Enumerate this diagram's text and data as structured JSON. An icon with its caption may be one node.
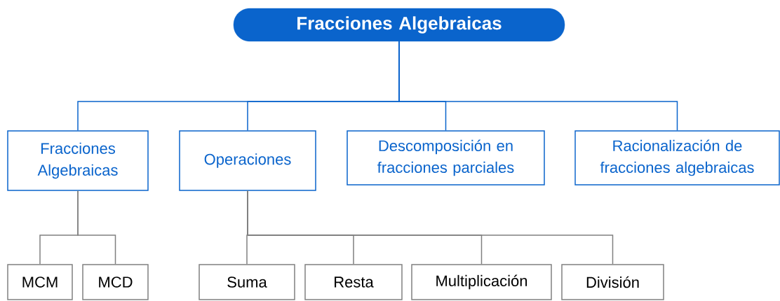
{
  "diagram": {
    "nodes": [
      {
        "text": [
          "Fracciones Algebraicas"
        ]
      },
      {
        "text": [
          "Fracciones Algebraicas"
        ]
      },
      {
        "text": [
          "Operaciones"
        ]
      },
      {
        "text": [
          "Descomposición en fracciones parciales"
        ]
      },
      {
        "text": [
          "Racionalización de fracciones algebraicas"
        ]
      },
      {
        "text": [
          "MCM"
        ]
      },
      {
        "text": [
          "MCD"
        ]
      },
      {
        "text": [
          "Suma"
        ]
      },
      {
        "text": [
          "Resta"
        ]
      },
      {
        "text": [
          "Multiplicación"
        ]
      },
      {
        "text": [
          "División"
        ]
      }
    ],
    "edges": [
      {
        "from": 0,
        "to": 1,
        "arrow": "none",
        "color": "#0a64cc"
      },
      {
        "from": 0,
        "to": 2,
        "arrow": "none",
        "color": "#0a64cc"
      },
      {
        "from": 0,
        "to": 3,
        "arrow": "none",
        "color": "#0a64cc"
      },
      {
        "from": 0,
        "to": 4,
        "arrow": "none",
        "color": "#0a64cc"
      },
      {
        "from": 1,
        "to": 5,
        "arrow": "none"
      },
      {
        "from": 1,
        "to": 6,
        "arrow": "none"
      },
      {
        "from": 2,
        "to": 7,
        "arrow": "none"
      },
      {
        "from": 2,
        "to": 8,
        "arrow": "none"
      },
      {
        "from": 2,
        "to": 9,
        "arrow": "none"
      },
      {
        "from": 2,
        "to": 10,
        "arrow": "none"
      }
    ]
  }
}
